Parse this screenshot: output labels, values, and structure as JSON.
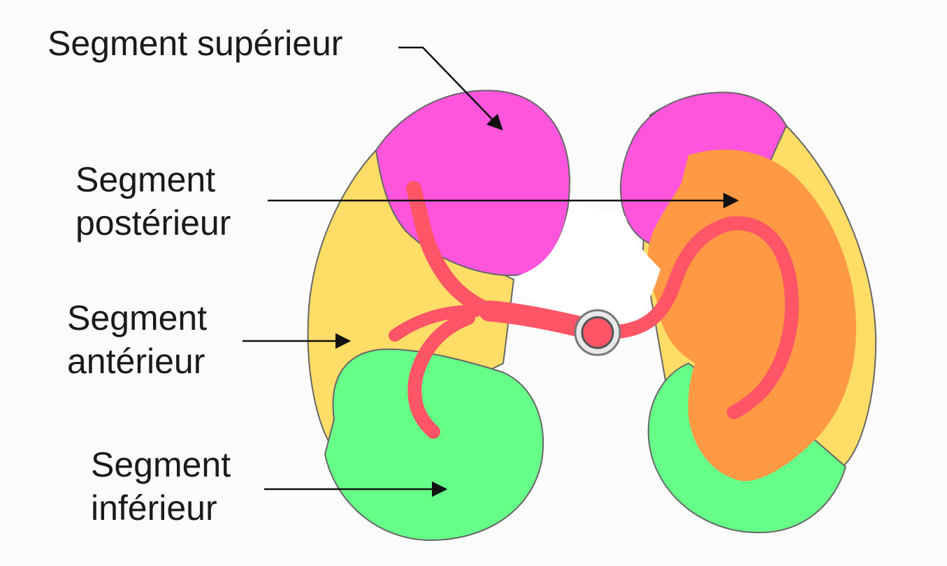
{
  "labels": {
    "superior": "Segment supérieur",
    "posterior": [
      "Segment",
      "postérieur"
    ],
    "anterior": [
      "Segment",
      "antérieur"
    ],
    "inferior": [
      "Segment",
      "inférieur"
    ]
  },
  "colors": {
    "superior": "#ff55dd",
    "posterior": "#ff9944",
    "anterior": "#ffdd66",
    "inferior": "#66ff88",
    "artery": "#ff5566",
    "hilum": "#ffffff",
    "outline": "#666666"
  }
}
